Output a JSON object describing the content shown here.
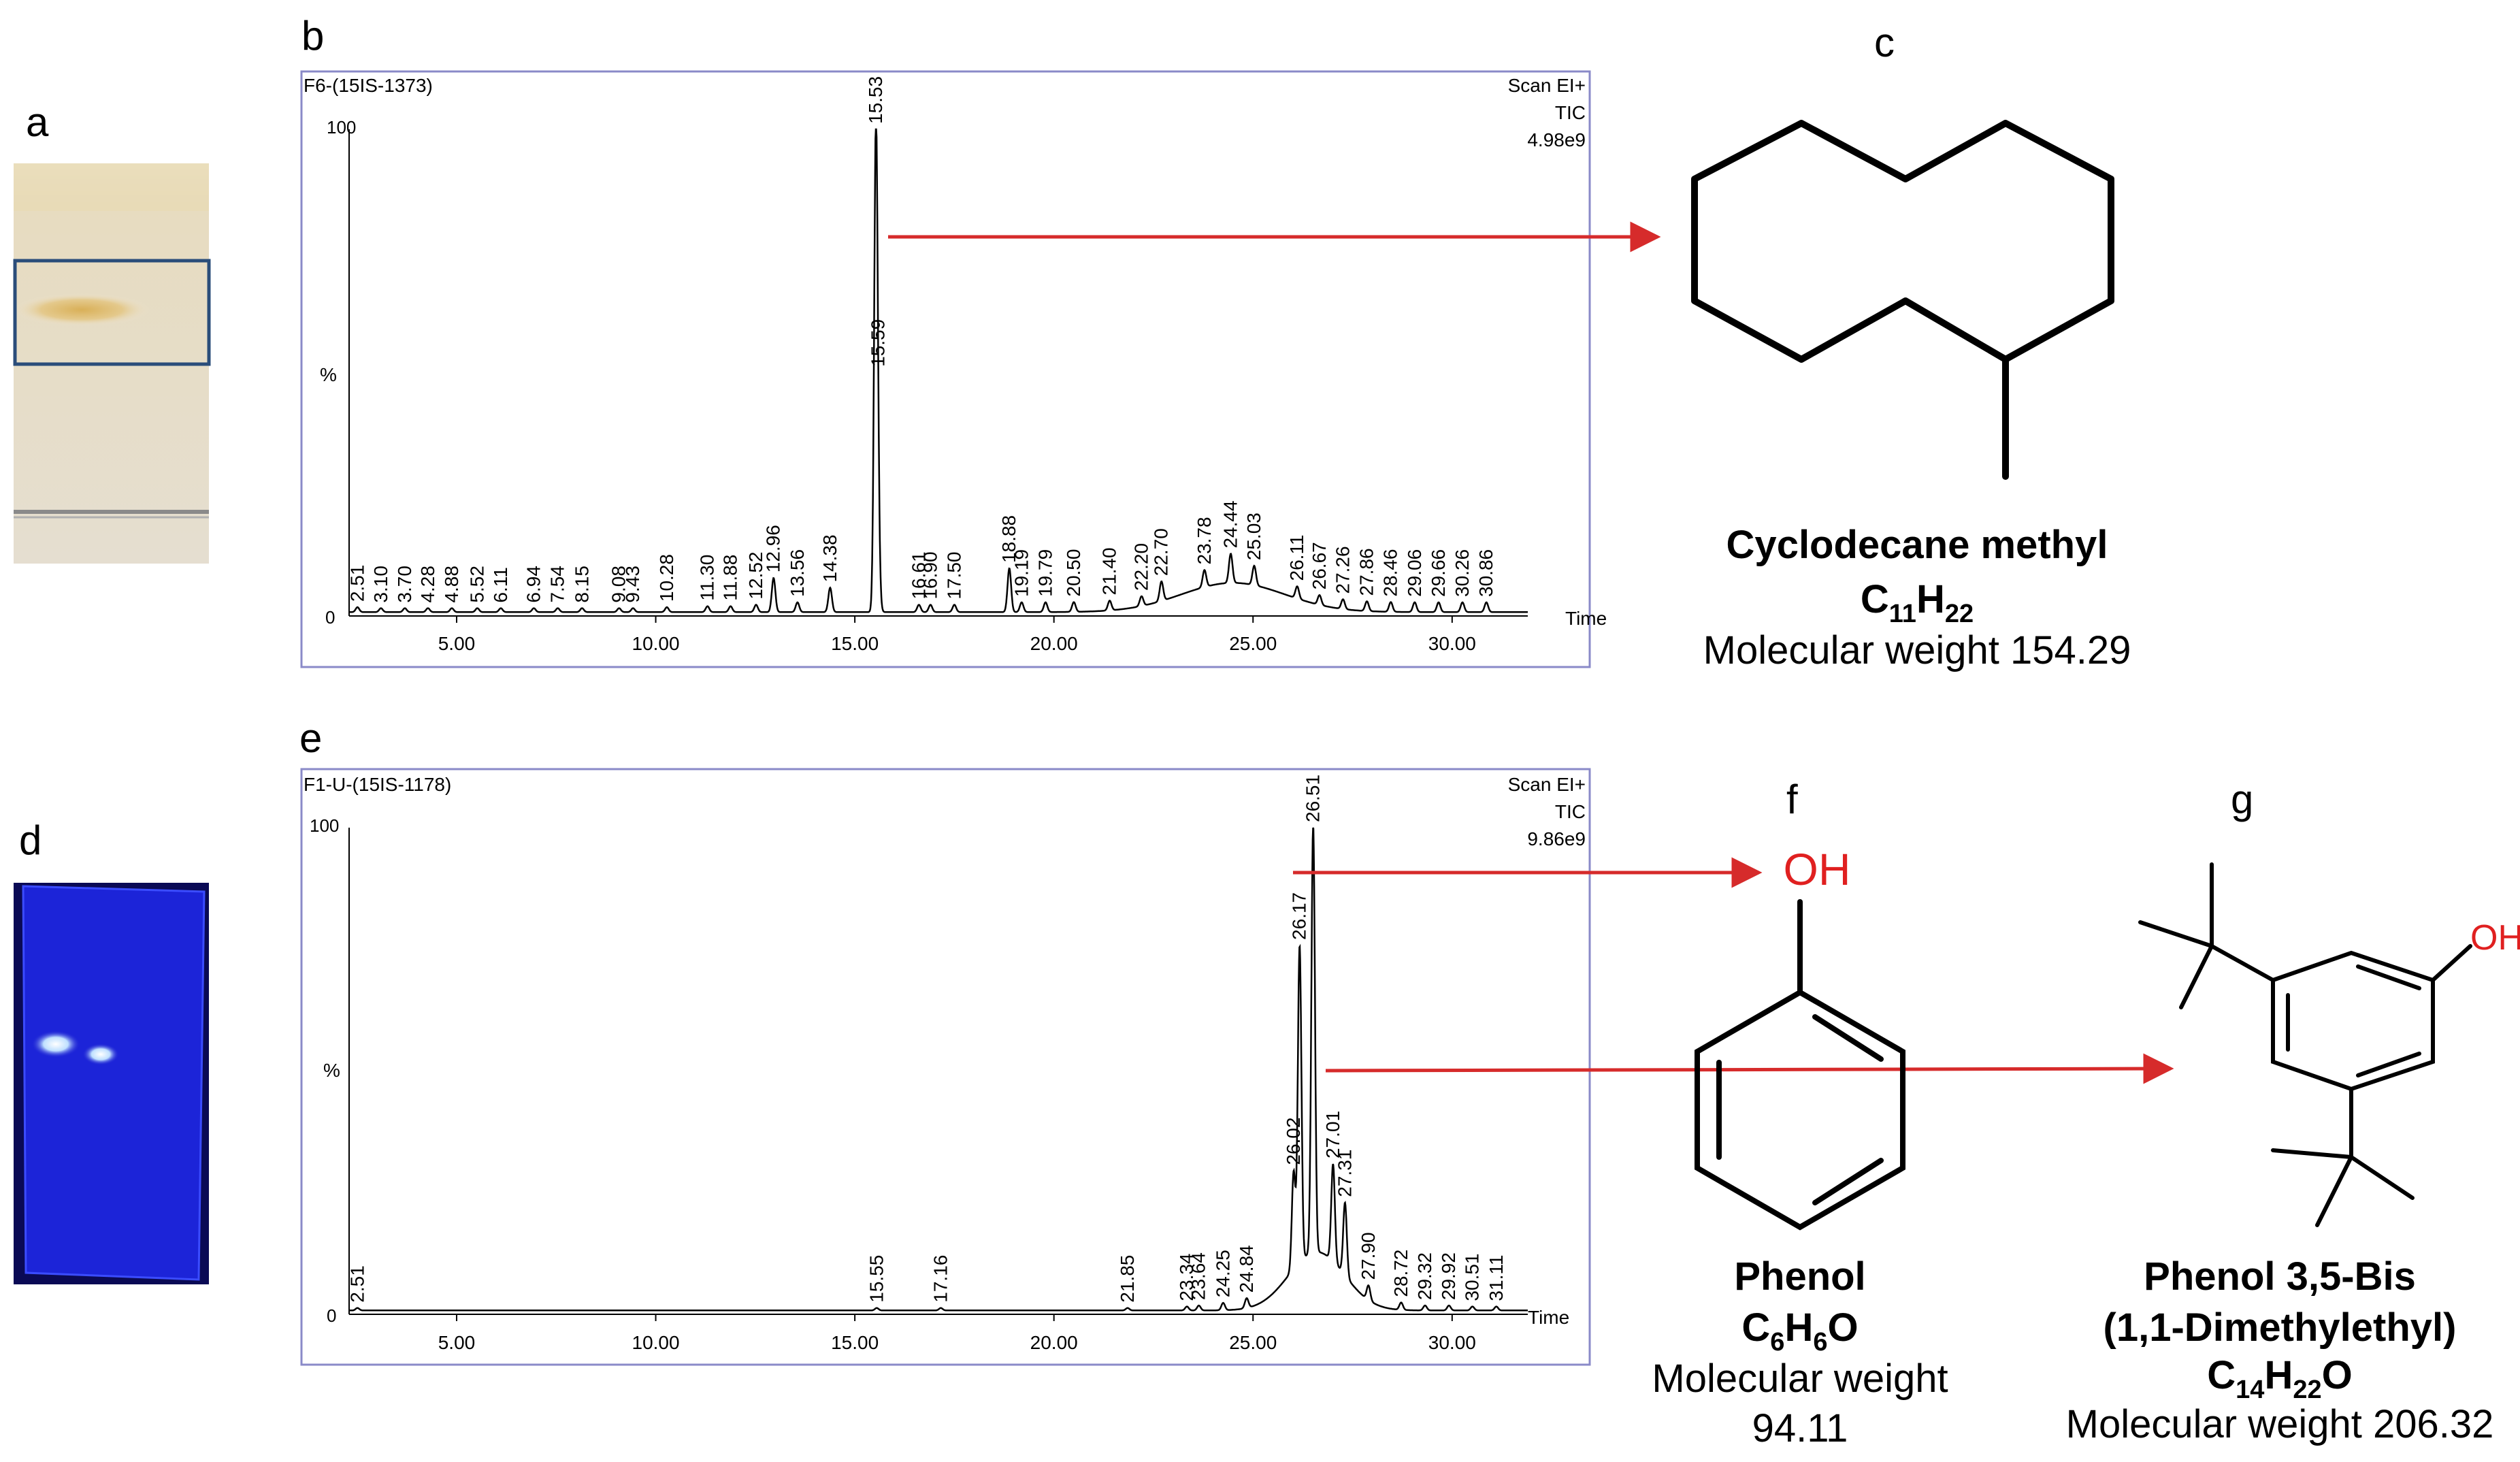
{
  "panel_letters": {
    "a": "a",
    "b": "b",
    "c": "c",
    "d": "d",
    "e": "e",
    "f": "f",
    "g": "g"
  },
  "chart_data": [
    {
      "type": "line",
      "panel": "b",
      "sample_label": "F6-(15IS-1373)",
      "scan_label": "Scan  EI+",
      "tic_label": "TIC",
      "intensity_label": "4.98e9",
      "ylabel": "%",
      "xlabel": "Time",
      "y_ticks": [
        "0",
        "100"
      ],
      "x_ticks": [
        "5.00",
        "10.00",
        "15.00",
        "20.00",
        "25.00",
        "30.00"
      ],
      "xlim": [
        2.3,
        31.9
      ],
      "ylim": [
        0,
        100
      ],
      "peaks": [
        {
          "label": "2.51",
          "x": 2.51,
          "y": 1
        },
        {
          "label": "3.10",
          "x": 3.1,
          "y": 0.8
        },
        {
          "label": "3.70",
          "x": 3.7,
          "y": 0.8
        },
        {
          "label": "4.28",
          "x": 4.28,
          "y": 0.8
        },
        {
          "label": "4.88",
          "x": 4.88,
          "y": 0.8
        },
        {
          "label": "5.52",
          "x": 5.52,
          "y": 0.8
        },
        {
          "label": "6.11",
          "x": 6.11,
          "y": 0.8
        },
        {
          "label": "6.94",
          "x": 6.94,
          "y": 0.8
        },
        {
          "label": "7.54",
          "x": 7.54,
          "y": 0.8
        },
        {
          "label": "8.15",
          "x": 8.15,
          "y": 0.8
        },
        {
          "label": "9.08",
          "x": 9.08,
          "y": 0.8
        },
        {
          "label": "9.43",
          "x": 9.43,
          "y": 0.8
        },
        {
          "label": "10.28",
          "x": 10.28,
          "y": 1
        },
        {
          "label": "11.30",
          "x": 11.3,
          "y": 1.2
        },
        {
          "label": "11.88",
          "x": 11.88,
          "y": 1.2
        },
        {
          "label": "12.52",
          "x": 12.52,
          "y": 1.5
        },
        {
          "label": "12.96",
          "x": 12.96,
          "y": 7
        },
        {
          "label": "13.56",
          "x": 13.56,
          "y": 2
        },
        {
          "label": "14.38",
          "x": 14.38,
          "y": 5
        },
        {
          "label": "15.53",
          "x": 15.53,
          "y": 98
        },
        {
          "label": "15.59",
          "x": 15.59,
          "y": 9
        },
        {
          "label": "16.61",
          "x": 16.61,
          "y": 1.5
        },
        {
          "label": "16.90",
          "x": 16.9,
          "y": 1.5
        },
        {
          "label": "17.50",
          "x": 17.5,
          "y": 1.5
        },
        {
          "label": "18.88",
          "x": 18.88,
          "y": 9
        },
        {
          "label": "19.19",
          "x": 19.19,
          "y": 2
        },
        {
          "label": "19.79",
          "x": 19.79,
          "y": 2
        },
        {
          "label": "20.50",
          "x": 20.5,
          "y": 2
        },
        {
          "label": "21.40",
          "x": 21.4,
          "y": 2
        },
        {
          "label": "22.20",
          "x": 22.2,
          "y": 2
        },
        {
          "label": "22.70",
          "x": 22.7,
          "y": 4
        },
        {
          "label": "23.78",
          "x": 23.78,
          "y": 3.5
        },
        {
          "label": "24.44",
          "x": 24.44,
          "y": 6
        },
        {
          "label": "25.03",
          "x": 25.03,
          "y": 4
        },
        {
          "label": "26.11",
          "x": 26.11,
          "y": 2.5
        },
        {
          "label": "26.67",
          "x": 26.67,
          "y": 2
        },
        {
          "label": "27.26",
          "x": 27.26,
          "y": 2
        },
        {
          "label": "27.86",
          "x": 27.86,
          "y": 2
        },
        {
          "label": "28.46",
          "x": 28.46,
          "y": 2
        },
        {
          "label": "29.06",
          "x": 29.06,
          "y": 2
        },
        {
          "label": "29.66",
          "x": 29.66,
          "y": 2
        },
        {
          "label": "30.26",
          "x": 30.26,
          "y": 2
        },
        {
          "label": "30.86",
          "x": 30.86,
          "y": 2
        }
      ],
      "hump": {
        "center": 24.5,
        "width": 1.3,
        "height": 6
      }
    },
    {
      "type": "line",
      "panel": "e",
      "sample_label": "F1-U-(15IS-1178)",
      "scan_label": "Scan  EI+",
      "tic_label": "TIC",
      "intensity_label": "9.86e9",
      "ylabel": "%",
      "xlabel": "Time",
      "y_ticks": [
        "0",
        "100"
      ],
      "x_ticks": [
        "5.00",
        "10.00",
        "15.00",
        "20.00",
        "25.00",
        "30.00"
      ],
      "xlim": [
        2.3,
        31.9
      ],
      "ylim": [
        0,
        100
      ],
      "peaks": [
        {
          "label": "2.51",
          "x": 2.51,
          "y": 0.5
        },
        {
          "label": "15.55",
          "x": 15.55,
          "y": 0.5
        },
        {
          "label": "17.16",
          "x": 17.16,
          "y": 0.5
        },
        {
          "label": "21.85",
          "x": 21.85,
          "y": 0.5
        },
        {
          "label": "23.34",
          "x": 23.34,
          "y": 0.8
        },
        {
          "label": "23.64",
          "x": 23.64,
          "y": 1
        },
        {
          "label": "24.25",
          "x": 24.25,
          "y": 1.5
        },
        {
          "label": "24.84",
          "x": 24.84,
          "y": 2
        },
        {
          "label": "26.02",
          "x": 26.02,
          "y": 20
        },
        {
          "label": "26.17",
          "x": 26.17,
          "y": 65
        },
        {
          "label": "26.51",
          "x": 26.51,
          "y": 88
        },
        {
          "label": "27.01",
          "x": 27.01,
          "y": 20
        },
        {
          "label": "27.31",
          "x": 27.31,
          "y": 15
        },
        {
          "label": "27.90",
          "x": 27.9,
          "y": 3
        },
        {
          "label": "28.72",
          "x": 28.72,
          "y": 1.5
        },
        {
          "label": "29.32",
          "x": 29.32,
          "y": 1
        },
        {
          "label": "29.92",
          "x": 29.92,
          "y": 1
        },
        {
          "label": "30.51",
          "x": 30.51,
          "y": 0.8
        },
        {
          "label": "31.11",
          "x": 31.11,
          "y": 0.8
        }
      ],
      "hump": {
        "center": 26.6,
        "width": 0.7,
        "height": 12
      }
    }
  ],
  "compounds": {
    "c": {
      "name": "Cyclodecane methyl",
      "formula_parts": [
        "C",
        "11",
        "H",
        "22"
      ],
      "mw": "Molecular weight 154.29"
    },
    "f": {
      "oh": "OH",
      "name": "Phenol",
      "formula_parts": [
        "C",
        "6",
        "H",
        "6",
        "O"
      ],
      "mw_line1": "Molecular weight",
      "mw_line2": "94.11"
    },
    "g": {
      "oh": "OH",
      "name_line1": "Phenol 3,5-Bis",
      "name_line2": "(1,1-Dimethylethyl)",
      "formula_parts": [
        "C",
        "14",
        "H",
        "22",
        "O"
      ],
      "mw": "Molecular weight 206.32"
    }
  },
  "colors": {
    "arrow": "#d62b2b",
    "axis_frame": "#8a8ac8",
    "oh": "#e02020"
  }
}
